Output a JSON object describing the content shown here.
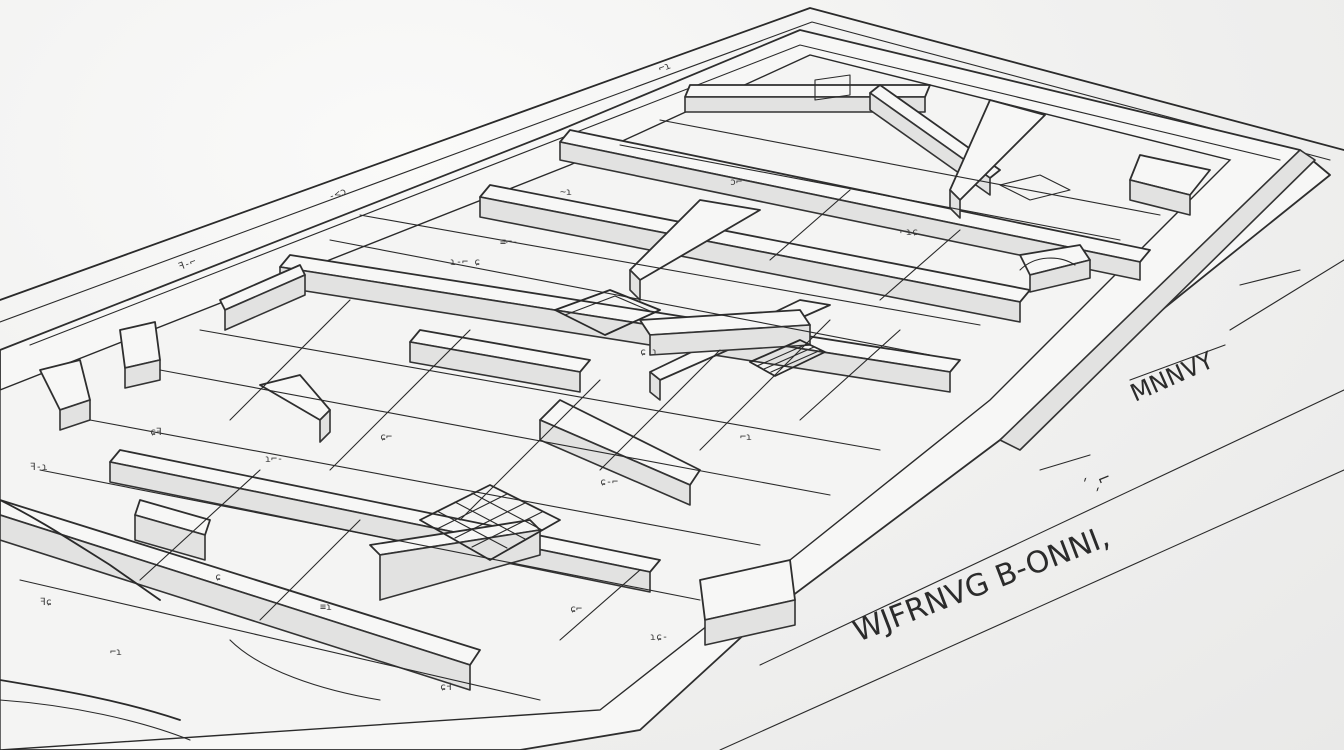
{
  "scene": {
    "description_label": "",
    "colors": {
      "paper": "#f1f1f0",
      "ink": "#2a2a2a",
      "wall_shade": "#e2e2e1"
    }
  },
  "annotations": {
    "main_caption": "WJFRNVG B-ONNI,",
    "side_caption": "MNNVY",
    "right_caption": "ˊˏ⌐"
  }
}
